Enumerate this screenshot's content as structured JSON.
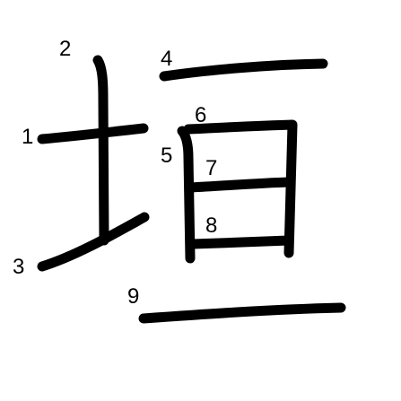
{
  "character": "垣",
  "strokes": [
    {
      "order": 1,
      "label": "1",
      "direction": "horizontal"
    },
    {
      "order": 2,
      "label": "2",
      "direction": "vertical"
    },
    {
      "order": 3,
      "label": "3",
      "direction": "rising"
    },
    {
      "order": 4,
      "label": "4",
      "direction": "horizontal"
    },
    {
      "order": 5,
      "label": "5",
      "direction": "vertical"
    },
    {
      "order": 6,
      "label": "6",
      "direction": "horizontal-turn-down"
    },
    {
      "order": 7,
      "label": "7",
      "direction": "horizontal"
    },
    {
      "order": 8,
      "label": "8",
      "direction": "horizontal"
    },
    {
      "order": 9,
      "label": "9",
      "direction": "horizontal"
    }
  ],
  "colors": {
    "stroke": "#000000",
    "background": "#ffffff"
  }
}
